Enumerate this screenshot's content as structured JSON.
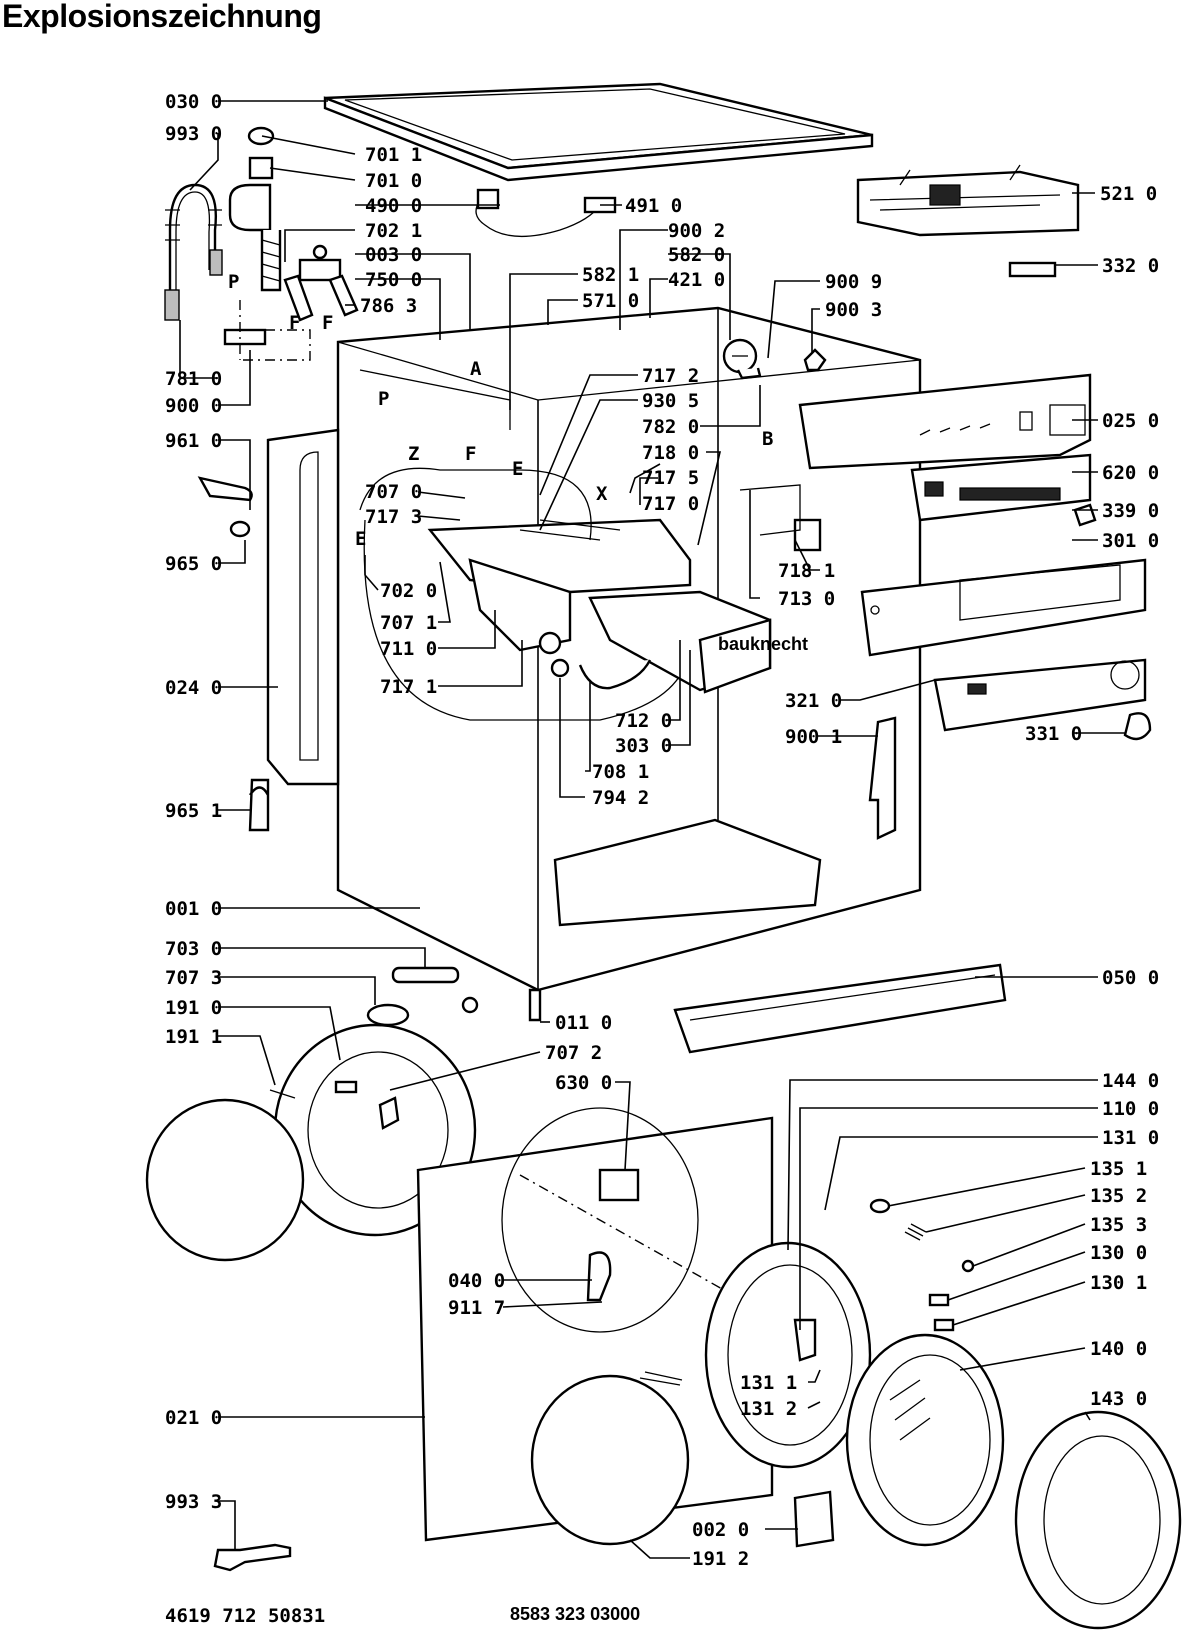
{
  "title": "Explosionszeichnung",
  "callouts": {
    "p0300": "030 0",
    "p9930": "993 0",
    "p7011": "701 1",
    "p7010": "701 0",
    "p4900": "490 0",
    "p4910": "491 0",
    "p7021": "702 1",
    "p9002": "900 2",
    "p0030": "003 0",
    "p5820": "582 0",
    "p7500": "750 0",
    "p5821": "582 1",
    "p4210": "421 0",
    "p7863": "786 3",
    "p5710": "571 0",
    "p9009": "900 9",
    "p9003": "900 3",
    "p5210": "521 0",
    "p3320": "332 0",
    "p7810": "781 0",
    "p9000": "900 0",
    "p7172": "717 2",
    "p9305": "930 5",
    "p7820": "782 0",
    "p0250": "025 0",
    "p9610": "961 0",
    "p7180": "718 0",
    "p7175": "717 5",
    "p6200": "620 0",
    "p7070": "707 0",
    "p7170": "717 0",
    "p3390": "339 0",
    "p7173": "717 3",
    "p3010": "301 0",
    "p9650": "965 0",
    "p7181": "718 1",
    "p7020": "702 0",
    "p7130": "713 0",
    "p7071": "707 1",
    "p7110": "711 0",
    "p3210": "321 0",
    "p0240": "024 0",
    "p7171": "717 1",
    "p7120": "712 0",
    "p3310": "331 0",
    "p3030": "303 0",
    "p9001": "900 1",
    "p7081": "708 1",
    "p7942": "794 2",
    "p9651": "965 1",
    "p0010": "001 0",
    "p7030": "703 0",
    "p7073": "707 3",
    "p0500": "050 0",
    "p1910": "191 0",
    "p0110": "011 0",
    "p1911": "191 1",
    "p7072": "707 2",
    "p6300": "630 0",
    "p1440": "144 0",
    "p1100": "110 0",
    "p1310": "131 0",
    "p1351": "135 1",
    "p1352": "135 2",
    "p1353": "135 3",
    "p0400": "040 0",
    "p1300": "130 0",
    "p9117": "911 7",
    "p1301": "130 1",
    "p1400": "140 0",
    "p1311": "131 1",
    "p1312": "131 2",
    "p0210": "021 0",
    "p1430": "143 0",
    "p9933": "993 3",
    "p0020": "002 0",
    "p1912": "191 2"
  },
  "letter_marks": {
    "P1": "P",
    "F1": "F",
    "F2": "F",
    "A": "A",
    "P2": "P",
    "Z": "Z",
    "F3": "F",
    "E1": "E",
    "B": "B",
    "X": "X",
    "E2": "E"
  },
  "footer": {
    "doc_number": "4619 712 50831",
    "ref_number": "8583 323 03000"
  }
}
